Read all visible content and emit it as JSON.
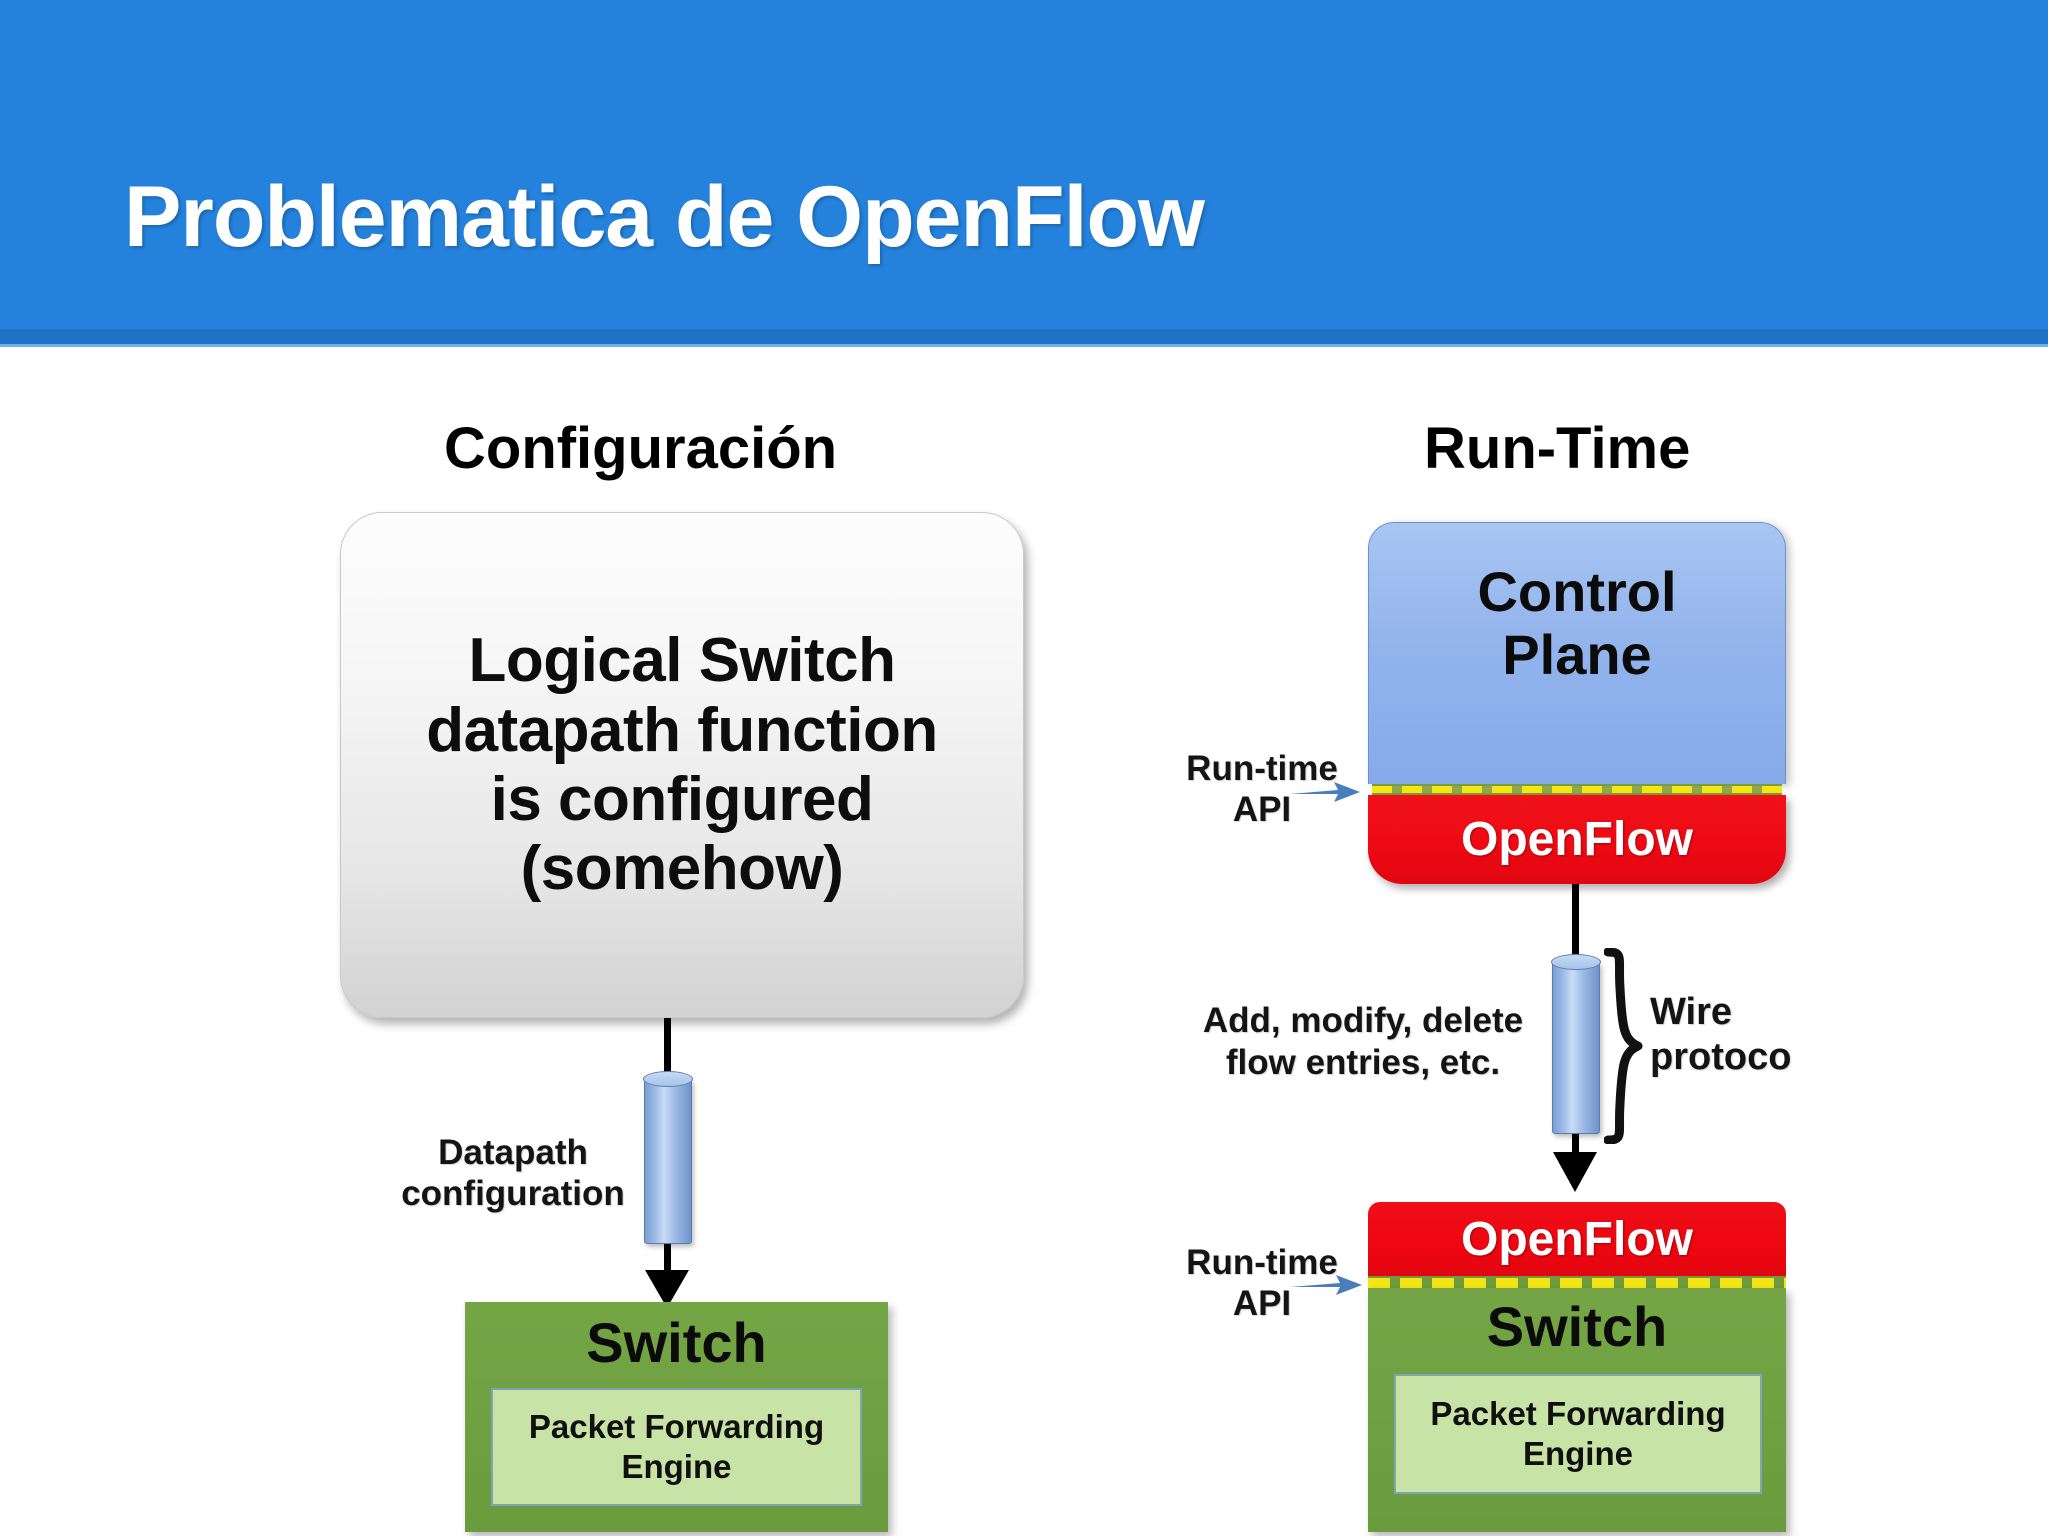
{
  "slide": {
    "title": "Problematica de OpenFlow",
    "banner_color": "#2482dc",
    "banner_underline_color": "#1f73c4"
  },
  "columns": {
    "left_heading": "Configuración",
    "right_heading": "Run-Time"
  },
  "left_diagram": {
    "logical_switch_text": "Logical Switch\ndatapath function\nis configured\n(somehow)",
    "connector_label": "Datapath\nconfiguration",
    "switch_title": "Switch",
    "packet_forwarding_engine": "Packet Forwarding\nEngine",
    "switch_color": "#6a9c3e",
    "pfe_color": "#c7e3a6",
    "cylinder_color": "#9cbae6"
  },
  "right_diagram": {
    "control_plane_text": "Control\nPlane",
    "control_plane_color": "#93b4ec",
    "openflow_top_label": "OpenFlow",
    "openflow_bottom_label": "OpenFlow",
    "openflow_color": "#ee0a14",
    "dashed_line_color": "#f4e517",
    "runtime_api_top": "Run-time\nAPI",
    "runtime_api_bottom": "Run-time\nAPI",
    "flow_operations_label": "Add, modify, delete\nflow entries, etc.",
    "wire_protocol_label": "Wire\nprotoco",
    "switch_title": "Switch",
    "packet_forwarding_engine": "Packet Forwarding\nEngine",
    "arrow_color": "#4a7ebb"
  }
}
